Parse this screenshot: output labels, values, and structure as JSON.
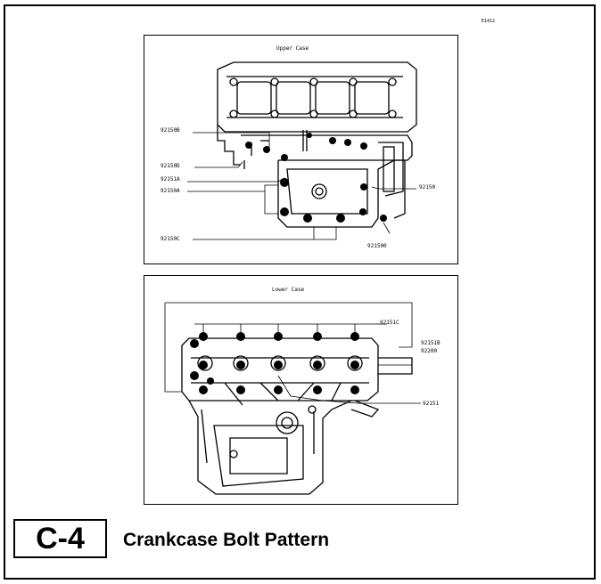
{
  "document": {
    "ref_code": "E1412",
    "section_code": "C-4",
    "caption": "Crankcase Bolt Pattern"
  },
  "upper_case": {
    "title": "Upper Case",
    "callouts": {
      "c92150B": "92150B",
      "c92150D": "92150D",
      "c92151A": "92151A",
      "c92150A": "92150A",
      "c92150C": "92150C",
      "c92150": "92150",
      "c921500": "921500"
    }
  },
  "lower_case": {
    "title": "Lower Case",
    "callouts": {
      "c92151C": "92151C",
      "c92151B": "92151B",
      "c92200": "92200",
      "c92151": "92151"
    }
  }
}
